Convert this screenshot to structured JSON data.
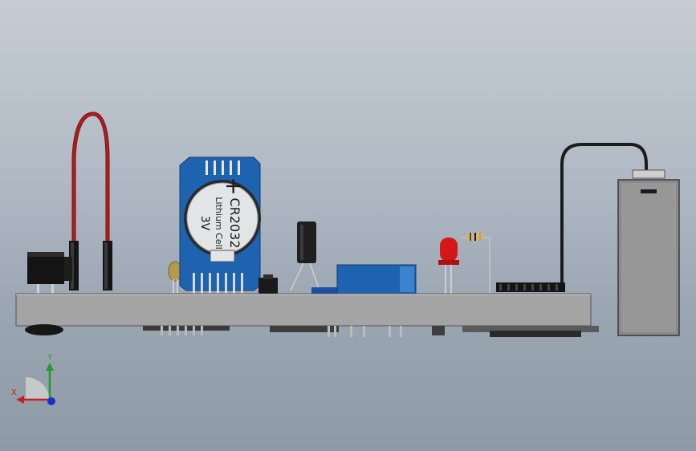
{
  "viewport": {
    "background_top": "#c5ccd3",
    "background_bottom": "#8f9aa7"
  },
  "rtc_module": {
    "battery_label_1": "CR2032",
    "battery_label_2": "Lithium Cell",
    "battery_label_3": "3V",
    "battery_plus": "+",
    "board_color": "#1e63b0"
  },
  "axes": {
    "x_label": "X",
    "y_label": "Y",
    "x_color": "#c32020",
    "y_color": "#1e9b33",
    "z_color": "#1a2fd0"
  },
  "colors": {
    "breadboard": "#a4a4a4",
    "jumper_wire": "#b01e1e",
    "battery_wire": "#1c1c1c",
    "relay": "#1e63b0",
    "led": "#d41818",
    "capacitor": "#1f1f1f",
    "battery_holder": "#8a8a8a"
  }
}
